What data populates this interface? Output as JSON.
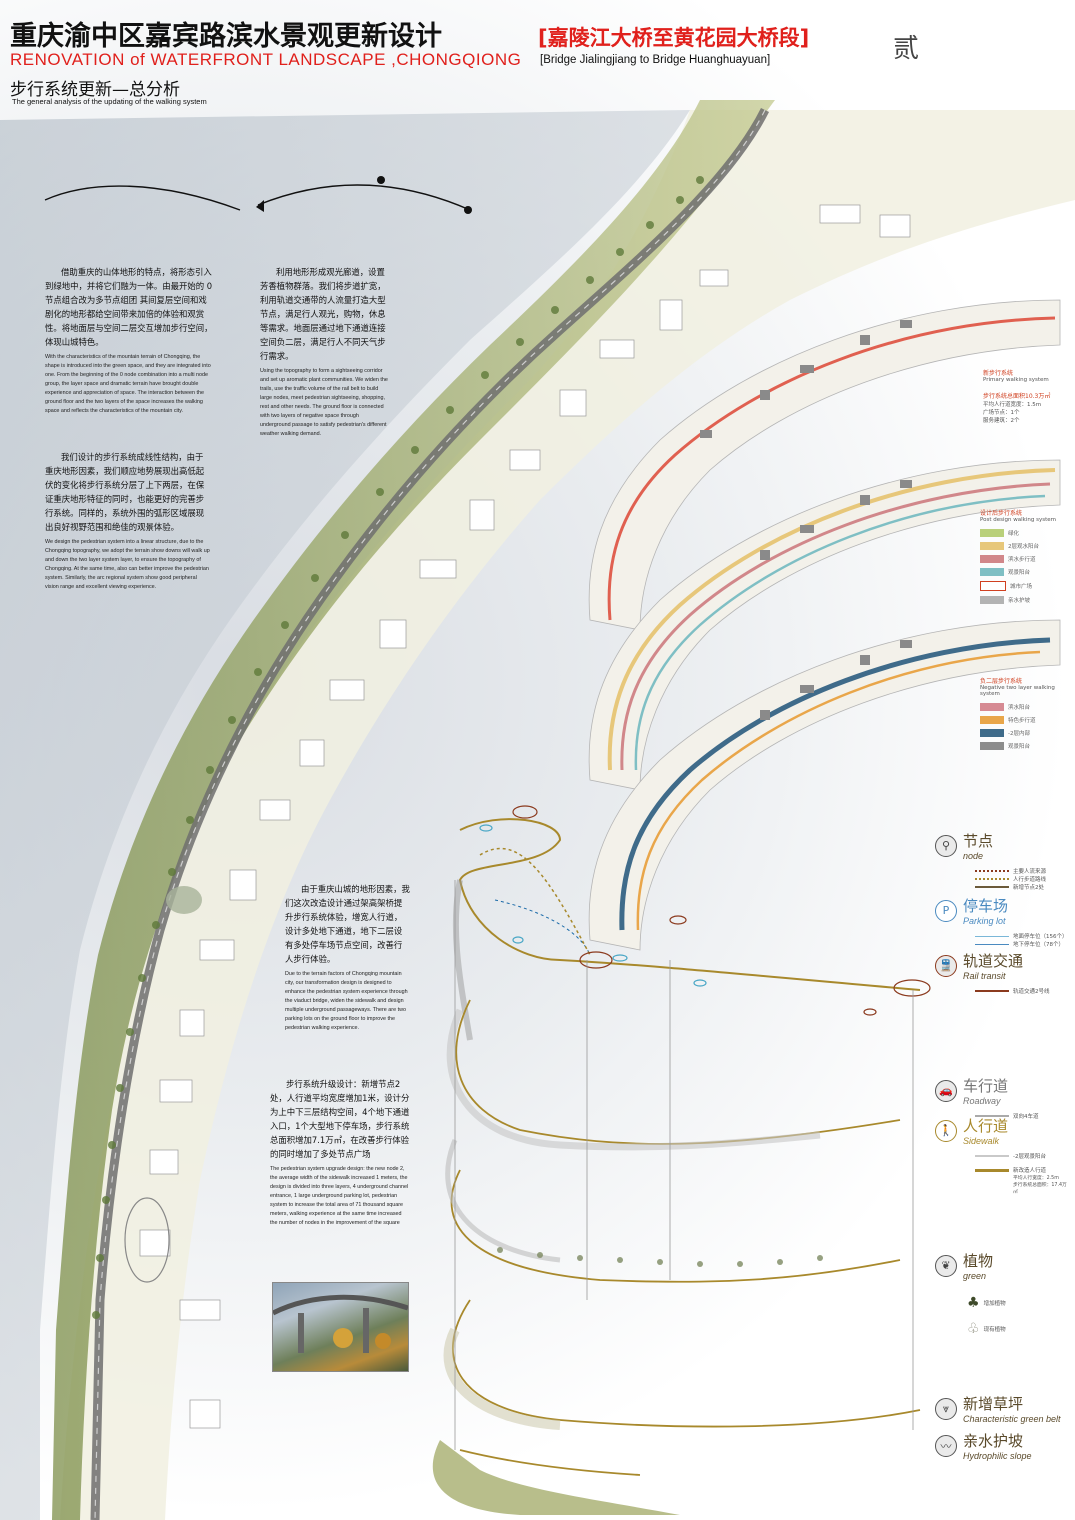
{
  "header": {
    "title_cn": "重庆渝中区嘉宾路滨水景观更新设计",
    "title_cn_section": "[嘉陵江大桥至黄花园大桥段]",
    "title_en": "RENOVATION of WATERFRONT LANDSCAPE ,CHONGQIONG",
    "title_en_section": "[Bridge Jialingjiang to  Bridge Huanghuayuan]",
    "subtitle_cn": "步行系统更新—总分析",
    "subtitle_en": "The general analysis of the updating of the walking system",
    "page_number": "贰"
  },
  "paragraphs": {
    "p1_cn": "借助重庆的山体地形的特点，将形态引入到绿地中，并将它们融为一体。由最开始的 0 节点组合改为多节点组团 其间复层空间和戏剧化的地形都给空间带来加倍的体验和观赏性。将地面层与空间二层交互增加步行空间，体现山城特色。",
    "p1_en": "With the characteristics of the mountain terrain of Chongqing, the shape is introduced into the green space, and they are integrated into one. From the beginning of the 0 node combination into a multi node group, the layer space and dramatic terrain have brought double experience and appreciation of space. The interaction between the ground floor and the two layers of the space increases the walking space and reflects the characteristics of the mountain city.",
    "p2_cn": "利用地形形成观光廊道，设置芳香植物群落。我们将步道扩宽，利用轨道交通带的人流量打造大型节点，满足行人观光，购物，休息等需求。地面层通过地下通道连接空间负二层，满足行人不同天气步行需求。",
    "p2_en": "Using the topography to form a sightseeing corridor and set up aromatic plant communities. We widen the trails, use the traffic volume of the rail belt to build large nodes, meet pedestrian sightseeing, shopping, rest and other needs. The ground floor is connected with two layers of negative space through underground passage to satisfy pedestrian's different weather walking demand.",
    "p3_cn": "我们设计的步行系统成线性结构，由于重庆地形因素，我们顺应地势展现出高低起伏的变化将步行系统分层了上下两层，在保证重庆地形特征的同时，也能更好的完善步行系统。同样的，系统外围的弧形区域展现出良好视野范围和绝佳的观景体验。",
    "p3_en": "We design the pedestrian system into a linear structure, due to the Chongqing topography, we adopt the terrain show downs will walk up and down the two layer system layer, to ensure the topography of Chongqing. At the same time, also can better improve the pedestrian system. Similarly, the arc regional system show good peripheral vision range and excellent viewing experience.",
    "p4_cn": "由于重庆山城的地形因素，我们这次改造设计通过架高架桥提升步行系统体验，增宽人行道，设计多处地下通道，地下二层设有多处停车场节点空间，改善行人步行体验。",
    "p4_en": "Due to the terrain factors of Chongqing mountain city, our transformation design is designed to enhance the pedestrian system experience through the viaduct bridge, widen the sidewalk and design multiple underground passageways. There are two parking lots on the ground floor to improve the pedestrian walking experience.",
    "p5_cn": "步行系统升级设计：新增节点2处，人行道平均宽度增加1米，设计分为上中下三层结构空间，4个地下通道入口，1个大型地下停车场，步行系统总面积增加7.1万㎡，在改善步行体验的同时增加了多处节点广场",
    "p5_en": "The pedestrian system upgrade design: the new node 2, the average width of the sidewalk increased 1 meters, the design is divided into three layers, 4 underground channel entrance, 1 large underground parking lot, pedestrian system to increase the total area of 71 thousand square meters, walking experience at the same time increased the number of nodes in the improvement of the square"
  },
  "layer_maps": {
    "map1": {
      "title": "新步行系统",
      "title_en": "Primary walking system",
      "area": "步行系统总面积10.3万㎡",
      "stat1": "平均人行道宽度：1.5m",
      "stat2": "广场节点：1个",
      "stat3": "服务建筑：2个"
    },
    "map2": {
      "title": "设计后步行系统",
      "title_en": "Post design walking system",
      "legend": [
        {
          "label": "绿化",
          "color": "#b9d07a"
        },
        {
          "label": "2层观水阳台",
          "color": "#e7c77a"
        },
        {
          "label": "滨水步行道",
          "color": "#d1878a"
        },
        {
          "label": "观景阳台",
          "color": "#7fbfc4"
        },
        {
          "label": "城市广场",
          "color": "#ffffff"
        },
        {
          "label": "亲水护坡",
          "color": "#b3b3b3"
        }
      ]
    },
    "map3": {
      "title": "负二层步行系统",
      "title_en": "Negative two layer walking system",
      "legend": [
        {
          "label": "滨水阳台",
          "color": "#d68a93"
        },
        {
          "label": "特色步行道",
          "color": "#e9a64a"
        },
        {
          "label": "-2层内部",
          "color": "#3f6b8a"
        },
        {
          "label": "观景阳台",
          "color": "#8c8c8c"
        }
      ]
    }
  },
  "legend": {
    "node": {
      "cn": "节点",
      "en": "node",
      "icon": "node-icon",
      "lines": [
        "主要人流来源",
        "人行步道路线",
        "新增节点2处"
      ]
    },
    "parking": {
      "cn": "停车场",
      "en": "Parking lot",
      "icon": "parking-icon",
      "symbol": "P",
      "lines": [
        "地面停车位（156个）",
        "地下停车位（78个）"
      ]
    },
    "rail": {
      "cn": "轨道交通",
      "en": "Rail transit",
      "icon": "rail-icon",
      "lines": [
        "轨道交通2号线"
      ]
    },
    "roadway": {
      "cn": "车行道",
      "en": "Roadway",
      "icon": "car-icon",
      "lines": [
        "双向4车道"
      ]
    },
    "sidewalk": {
      "cn": "人行道",
      "en": "Sidewalk",
      "icon": "pedestrian-icon",
      "lines": [
        "-2层观景阳台",
        "新改造人行道"
      ],
      "extra": [
        "平均人行宽度：2.5m",
        "步行系统总面积：17.4万㎡"
      ]
    },
    "green": {
      "cn": "植物",
      "en": "green",
      "icon": "leaf-icon",
      "lines": [
        "增加植物",
        "现有植物"
      ]
    },
    "green_belt": {
      "cn": "新增草坪",
      "en": "Characteristic green belt",
      "icon": "grass-icon"
    },
    "slope": {
      "cn": "亲水护坡",
      "en": "Hydrophilic slope",
      "icon": "wave-icon"
    }
  },
  "colors": {
    "title_red": "#e0201c",
    "legend_brown": "#5a4a2b",
    "path_gold": "#a8892c",
    "river_grey": "#cfd4da",
    "green_belt": "#9aa35a"
  }
}
